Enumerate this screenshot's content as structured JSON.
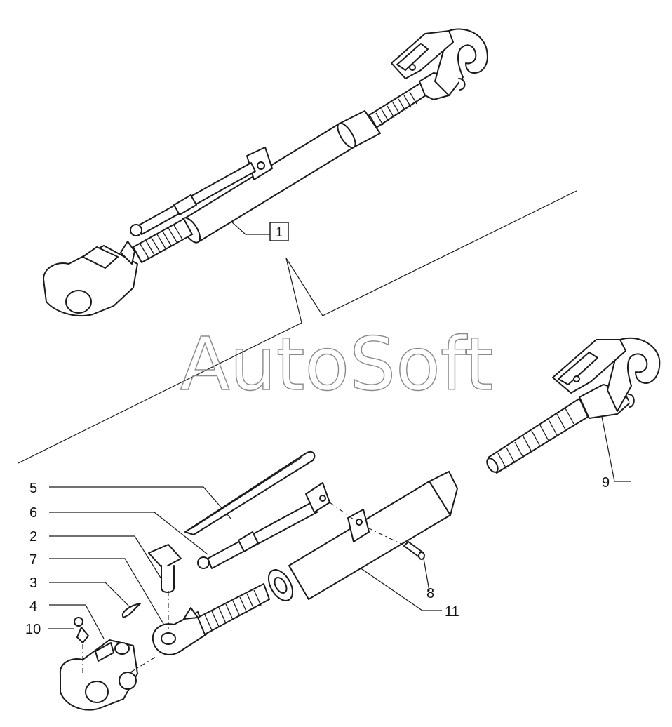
{
  "watermark": "AutoSoft",
  "callouts": {
    "c1": "1",
    "c2": "2",
    "c3": "3",
    "c4": "4",
    "c5": "5",
    "c6": "6",
    "c7": "7",
    "c8": "8",
    "c9": "9",
    "c10": "10",
    "c11": "11"
  },
  "colors": {
    "line": "#1a1a1a",
    "watermark": "#8a8a8a",
    "background": "#ffffff"
  }
}
